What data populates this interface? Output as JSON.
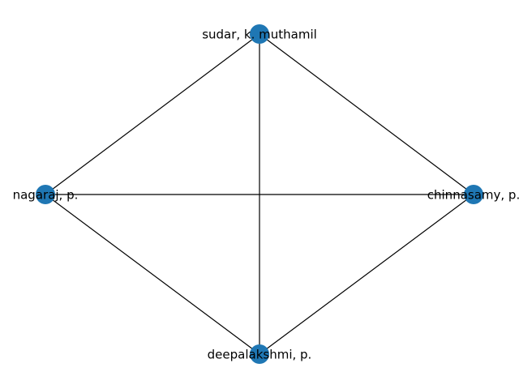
{
  "graph": {
    "node_color": "#1f77b4",
    "edge_color": "#000000",
    "nodes": [
      {
        "id": "top",
        "label": "sudar, k. muthamil"
      },
      {
        "id": "right",
        "label": "chinnasamy, p."
      },
      {
        "id": "bottom",
        "label": "deepalakshmi, p."
      },
      {
        "id": "left",
        "label": "nagaraj, p."
      }
    ],
    "edges": [
      {
        "source": "top",
        "target": "left"
      },
      {
        "source": "top",
        "target": "right"
      },
      {
        "source": "top",
        "target": "bottom"
      },
      {
        "source": "left",
        "target": "right"
      },
      {
        "source": "left",
        "target": "bottom"
      },
      {
        "source": "right",
        "target": "bottom"
      }
    ]
  }
}
